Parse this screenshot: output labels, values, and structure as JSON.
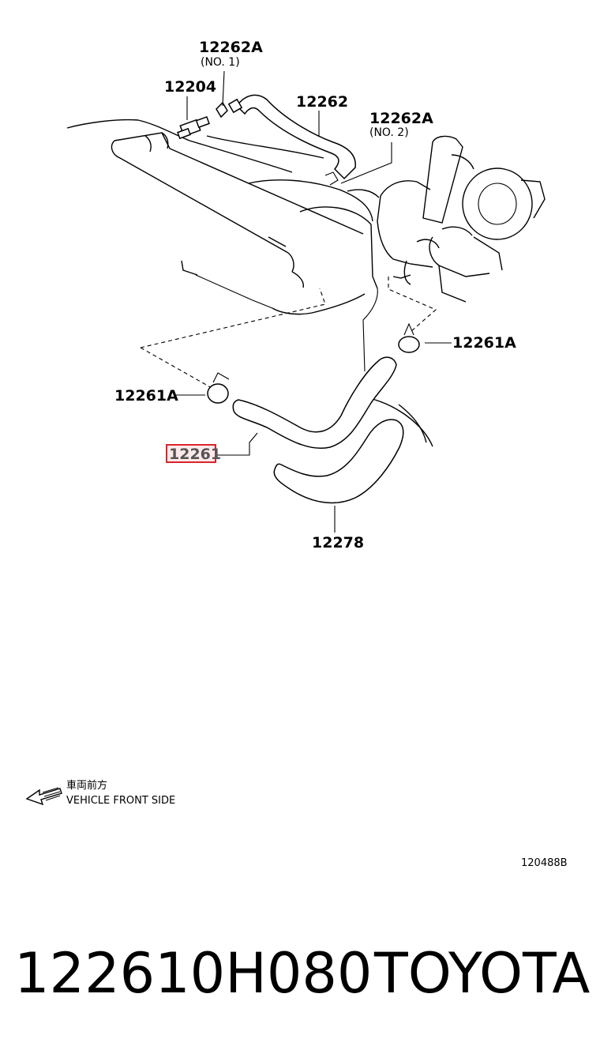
{
  "diagram": {
    "callouts": {
      "p12262A_no1": {
        "code": "12262A",
        "sub": "(NO. 1)"
      },
      "p12204": {
        "code": "12204"
      },
      "p12262": {
        "code": "12262"
      },
      "p12262A_no2": {
        "code": "12262A",
        "sub": "(NO. 2)"
      },
      "p12261A_right": {
        "code": "12261A"
      },
      "p12261A_left": {
        "code": "12261A"
      },
      "p12261": {
        "code": "12261"
      },
      "p12278": {
        "code": "12278"
      }
    },
    "highlight_color": "#d9252a",
    "front_indicator": {
      "jp": "車両前方",
      "en": "VEHICLE FRONT SIDE"
    },
    "reference": "120488B"
  },
  "footer": {
    "part_number": "122610H080",
    "brand": "TOYOTA"
  }
}
